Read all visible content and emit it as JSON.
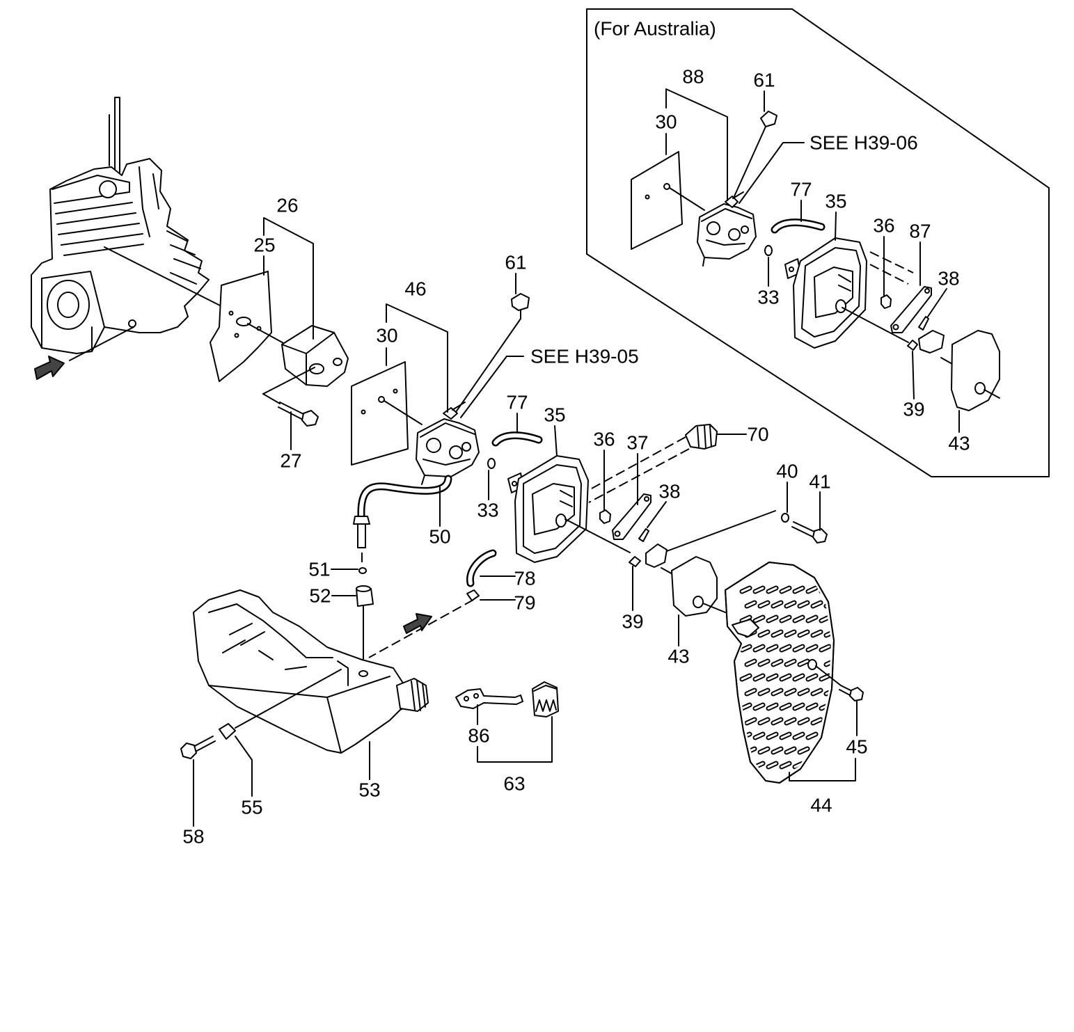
{
  "inset": {
    "title": "(For Australia)",
    "reference": "SEE H39-06",
    "labels": [
      "88",
      "61",
      "30",
      "77",
      "35",
      "36",
      "87",
      "38",
      "33",
      "39",
      "43"
    ]
  },
  "main": {
    "reference": "SEE H39-05",
    "labels": [
      "26",
      "25",
      "27",
      "46",
      "30",
      "61",
      "77",
      "35",
      "36",
      "37",
      "70",
      "33",
      "50",
      "38",
      "40",
      "41",
      "51",
      "52",
      "78",
      "79",
      "39",
      "43",
      "45",
      "44",
      "86",
      "63",
      "53",
      "55",
      "58"
    ]
  }
}
